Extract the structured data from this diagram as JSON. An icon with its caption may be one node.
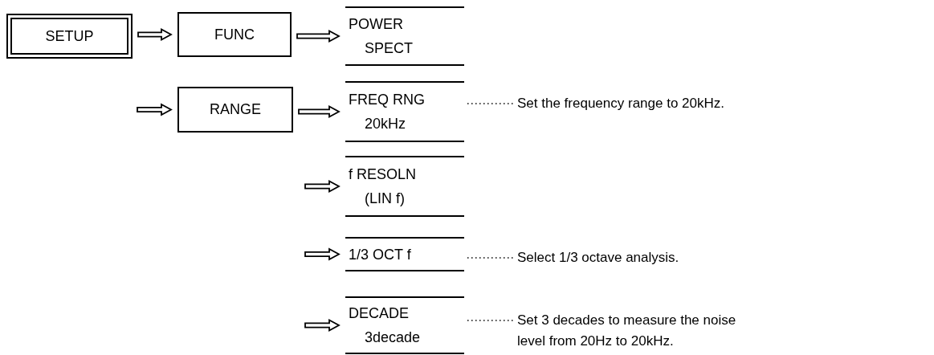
{
  "diagram": {
    "nodes": [
      {
        "text": [
          "SETUP"
        ]
      },
      {
        "text": [
          "FUNC"
        ]
      },
      {
        "text": [
          "POWER",
          "SPECT"
        ]
      },
      {
        "text": [
          "RANGE"
        ]
      },
      {
        "text": [
          "FREQ RNG",
          "20kHz"
        ]
      },
      {
        "text": [
          "f RESOLN",
          "(LIN f)"
        ]
      },
      {
        "text": [
          "1/3 OCT f"
        ]
      },
      {
        "text": [
          "DECADE",
          "3decade"
        ]
      },
      {
        "text": [
          "Set the frequency range to 20kHz."
        ]
      },
      {
        "text": [
          "Select 1/3 octave analysis."
        ]
      },
      {
        "text": [
          "Set 3 decades to measure the noise level from 20Hz to 20kHz."
        ]
      }
    ],
    "edges": [
      {
        "from": 0,
        "to": 1,
        "arrow": "to"
      },
      {
        "from": 1,
        "to": 2,
        "arrow": "to"
      },
      {
        "from": null,
        "to": 3,
        "arrow": "to"
      },
      {
        "from": 3,
        "to": 4,
        "arrow": "to"
      },
      {
        "from": null,
        "to": 5,
        "arrow": "to"
      },
      {
        "from": null,
        "to": 6,
        "arrow": "to"
      },
      {
        "from": null,
        "to": 7,
        "arrow": "to"
      },
      {
        "from": 4,
        "to": 8,
        "arrow": "none",
        "style": "dashed"
      },
      {
        "from": 6,
        "to": 9,
        "arrow": "none",
        "style": "dashed"
      },
      {
        "from": 7,
        "to": 10,
        "arrow": "none",
        "style": "dashed"
      }
    ]
  }
}
